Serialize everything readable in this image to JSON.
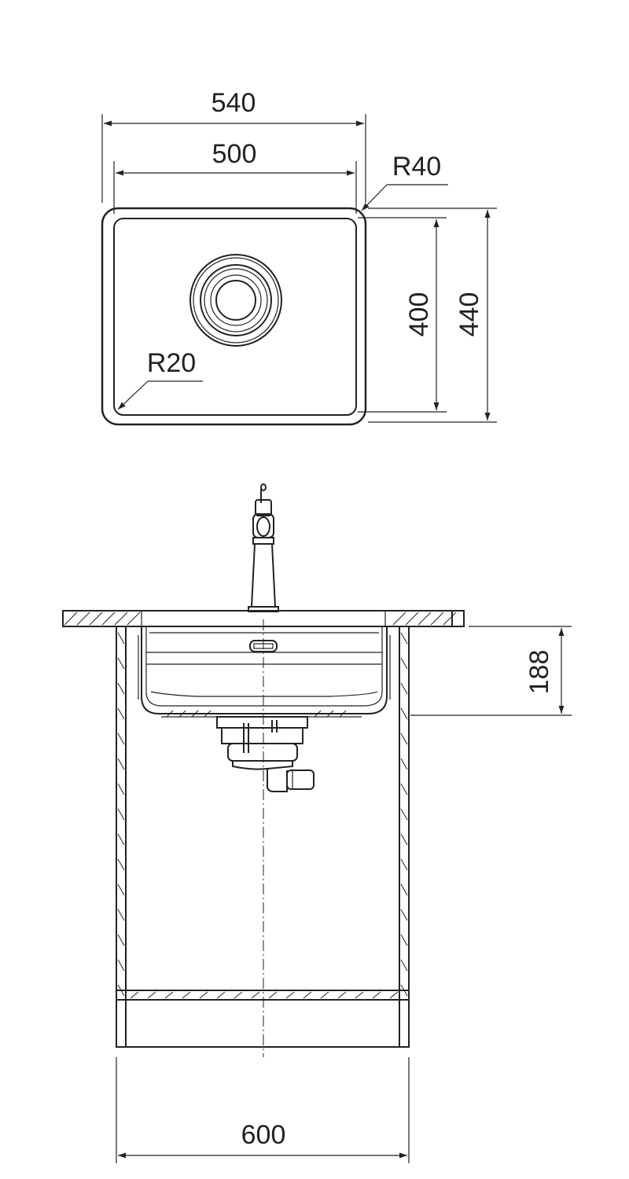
{
  "top_view": {
    "dim_outer_width": "540",
    "dim_inner_width": "500",
    "dim_corner_outer_radius": "R40",
    "dim_corner_inner_radius": "R20",
    "dim_inner_depth": "400",
    "dim_outer_depth": "440"
  },
  "section_view": {
    "dim_bowl_depth": "188",
    "dim_cabinet_width": "600"
  },
  "colors": {
    "line": "#222222",
    "background": "#ffffff"
  }
}
